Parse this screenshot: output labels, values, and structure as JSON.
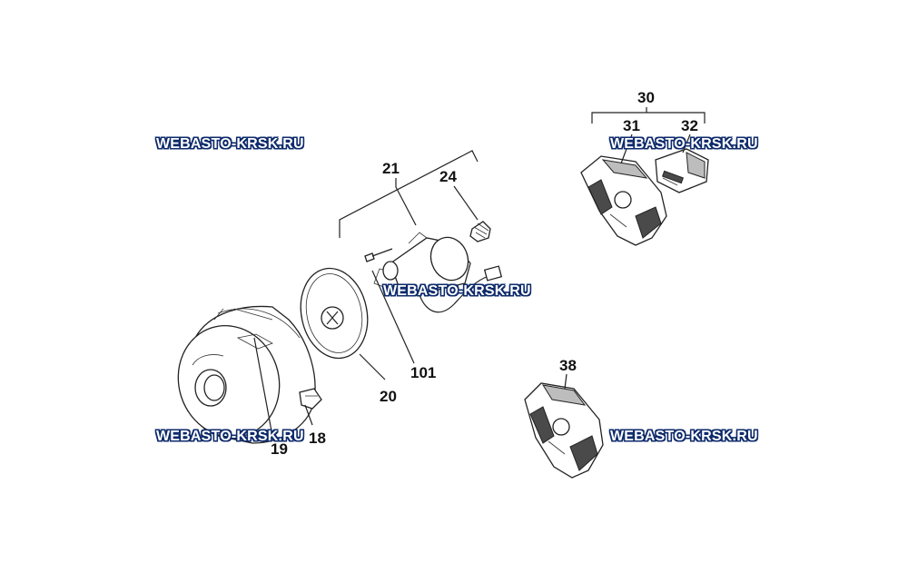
{
  "callouts": {
    "c18": "18",
    "c19": "19",
    "c20": "20",
    "c21": "21",
    "c24": "24",
    "c30": "30",
    "c31": "31",
    "c32": "32",
    "c38": "38",
    "c101": "101"
  },
  "watermarks": {
    "w1": "WEBASTO-KRSK.RU",
    "w2": "WEBASTO-KRSK.RU",
    "w3": "WEBASTO-KRSK.RU",
    "w4": "WEBASTO-KRSK.RU",
    "w5": "WEBASTO-KRSK.RU"
  },
  "colors": {
    "watermark_outline": "#0d2a6b",
    "line": "#222222"
  }
}
